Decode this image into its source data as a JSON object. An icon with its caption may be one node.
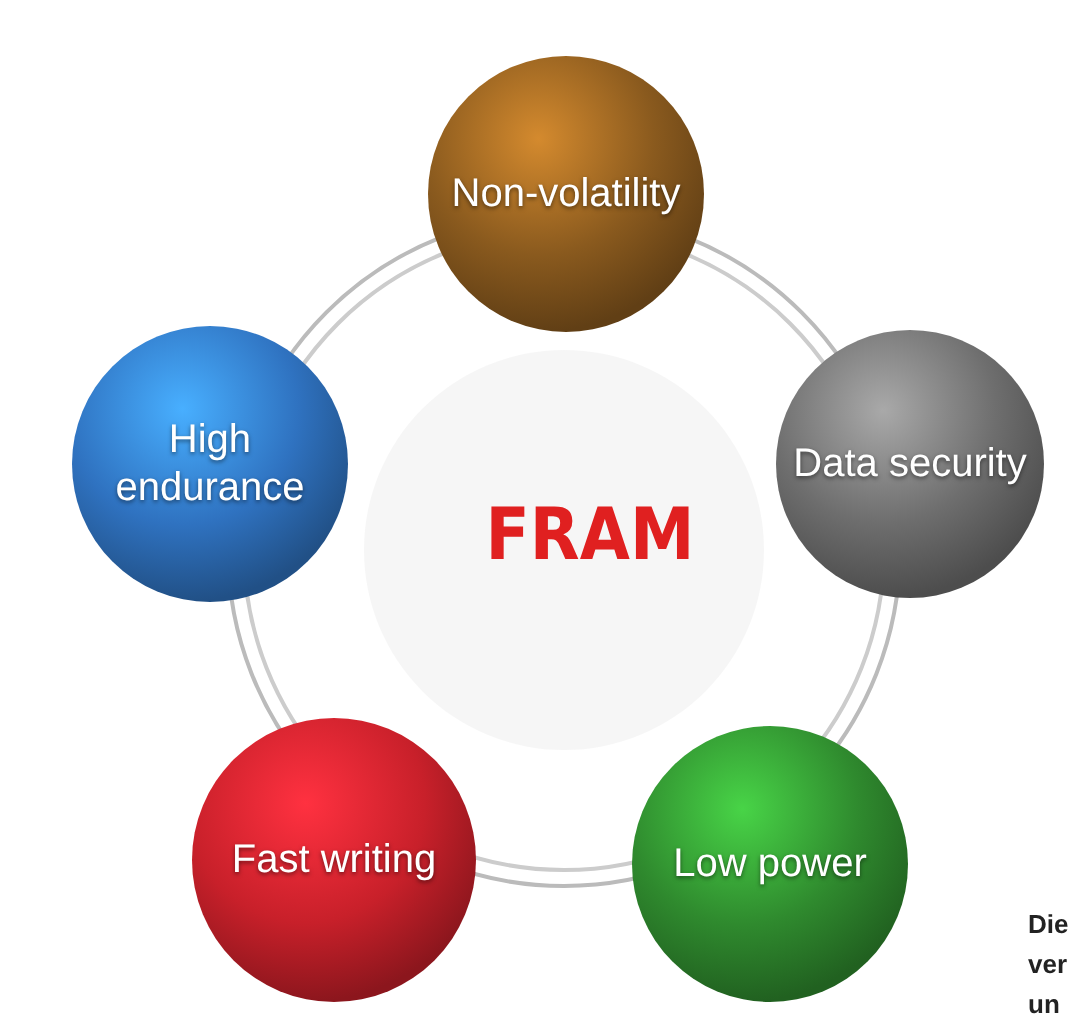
{
  "diagram": {
    "nodes": [
      {
        "text": [
          "Non-volatility"
        ]
      },
      {
        "text": [
          "Data security"
        ]
      },
      {
        "text": [
          "Low power"
        ]
      },
      {
        "text": [
          "Fast writing"
        ]
      },
      {
        "text": [
          "High endurance"
        ]
      }
    ],
    "labels": [
      "FRAM",
      "Die",
      "ver",
      "un"
    ]
  }
}
